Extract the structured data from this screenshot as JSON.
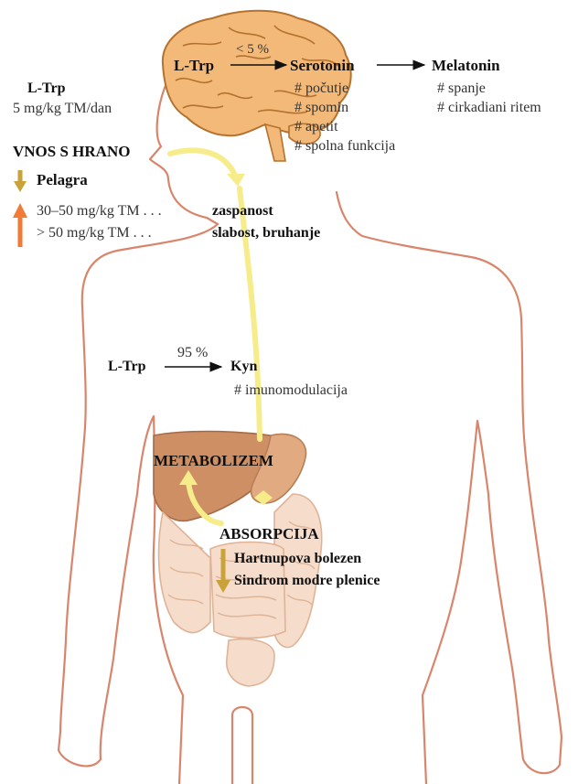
{
  "colors": {
    "body_outline": "#d9856b",
    "brain_fill": "#f2b979",
    "brain_stroke": "#b5722e",
    "liver_fill": "#cf8f64",
    "stomach_fill": "#e2aa80",
    "intestine_fill": "#f6dccb",
    "intestine_stroke": "#dfb396",
    "pathway_yellow": "#f7ec8a",
    "arrow_down": "#c9a23a",
    "arrow_up": "#f07a36"
  },
  "brain": {
    "ltrp": "L-Trp",
    "percent": "< 5 %",
    "serotonin": "Serotonin",
    "melatonin": "Melatonin",
    "serotonin_effects": [
      "# počutje",
      "# spomin",
      "# apetit",
      "# spolna funkcija"
    ],
    "melatonin_effects": [
      "# spanje",
      "# cirkadiani ritem"
    ]
  },
  "intake": {
    "ltrp": "L-Trp",
    "dose": "5 mg/kg TM/dan",
    "food_label": "VNOS S HRANO",
    "deficiency": "Pelagra",
    "excess_1_dose": "30–50 mg/kg TM . . .",
    "excess_1_effect": "zaspanost",
    "excess_2_dose": "> 50 mg/kg TM . . .",
    "excess_2_effect": "slabost, bruhanje"
  },
  "body_path": {
    "ltrp": "L-Trp",
    "percent": "95 %",
    "kyn": "Kyn",
    "effect": "# imunomodulacija"
  },
  "gut": {
    "metabolism": "METABOLIZEM",
    "absorption": "ABSORPCIJA",
    "disorder_1": "Hartnupova bolezen",
    "disorder_2": "Sindrom modre plenice"
  }
}
